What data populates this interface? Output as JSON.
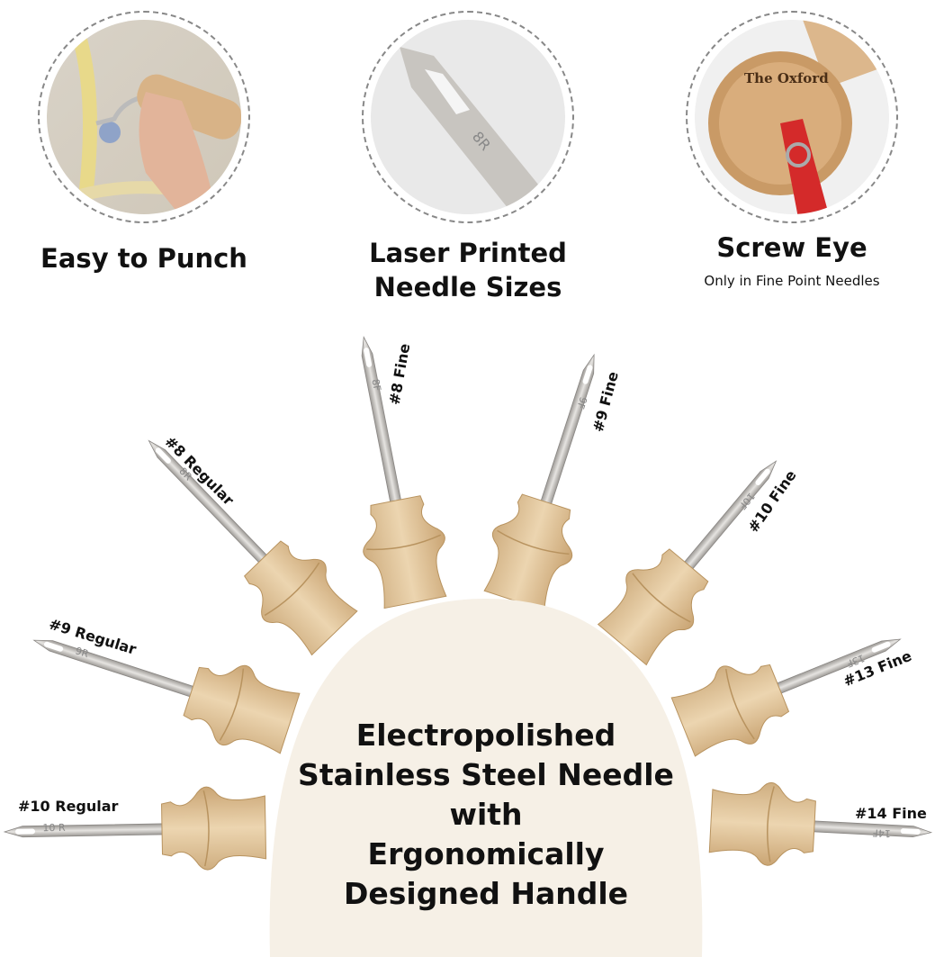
{
  "features": [
    {
      "title": "Easy to Punch",
      "subtitle": ""
    },
    {
      "title_line1": "Laser Printed",
      "title_line2": "Needle Sizes",
      "needle_mark": "8R"
    },
    {
      "title": "Screw Eye",
      "subtitle": "Only in Fine Point Needles",
      "brand": "The Oxford"
    }
  ],
  "needles": [
    {
      "label": "#8 Fine",
      "mark": "8F"
    },
    {
      "label": "#9 Fine",
      "mark": "9F"
    },
    {
      "label": "#8 Regular",
      "mark": "8R"
    },
    {
      "label": "#10 Fine",
      "mark": "10F"
    },
    {
      "label": "#9 Regular",
      "mark": "9R"
    },
    {
      "label": "#13 Fine",
      "mark": "13F"
    },
    {
      "label": "#10 Regular",
      "mark": "10 R"
    },
    {
      "label": "#14 Fine",
      "mark": "14F"
    }
  ],
  "center": {
    "line1": "Electropolished",
    "line2": "Stainless Steel Needle",
    "line3": "with",
    "line4": "Ergonomically",
    "line5": "Designed Handle"
  },
  "colors": {
    "wood": "#e3c9a0",
    "steel": "#c9c6c2",
    "panel": "#f6f0e6"
  }
}
